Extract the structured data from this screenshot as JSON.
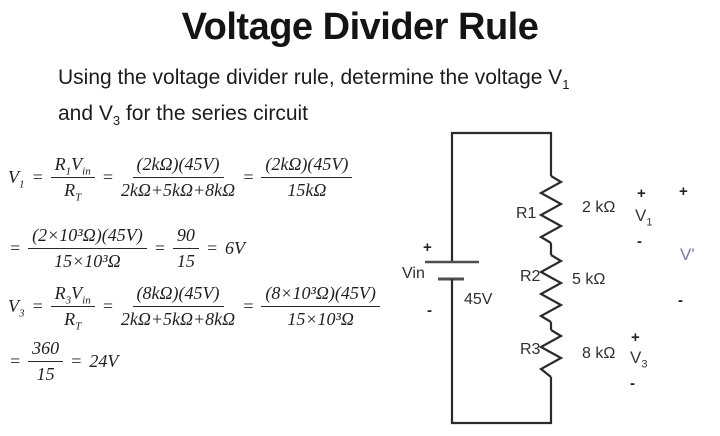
{
  "title": "Voltage Divider Rule",
  "subtitle": {
    "line1_pre": "Using the voltage divider rule, determine the voltage ",
    "v1": {
      "base": "V",
      "sub": "1"
    },
    "line2_pre": "and ",
    "v3": {
      "base": "V",
      "sub": "3"
    },
    "line2_post": " for the series circuit"
  },
  "equations": [
    {
      "tokens": [
        {
          "t": "var",
          "base": "V",
          "sub": "1"
        },
        {
          "t": "op",
          "text": "="
        },
        {
          "t": "frac",
          "num": [
            {
              "t": "var",
              "base": "R",
              "sub": "1"
            },
            {
              "t": "var",
              "base": "V",
              "sub": "in"
            }
          ],
          "den": [
            {
              "t": "var",
              "base": "R",
              "sub": "T"
            }
          ]
        },
        {
          "t": "op",
          "text": "="
        },
        {
          "t": "frac",
          "num": [
            {
              "t": "txt",
              "text": "(2kΩ)(45V)"
            }
          ],
          "den": [
            {
              "t": "txt",
              "text": "2kΩ+5kΩ+8kΩ"
            }
          ]
        },
        {
          "t": "op",
          "text": "="
        },
        {
          "t": "frac",
          "num": [
            {
              "t": "txt",
              "text": "(2kΩ)(45V)"
            }
          ],
          "den": [
            {
              "t": "txt",
              "text": "15kΩ"
            }
          ]
        }
      ]
    },
    {
      "tokens": [
        {
          "t": "op",
          "text": "="
        },
        {
          "t": "frac",
          "num": [
            {
              "t": "txt",
              "text": "(2×10³Ω)(45V)"
            }
          ],
          "den": [
            {
              "t": "txt",
              "text": "15×10³Ω"
            }
          ]
        },
        {
          "t": "op",
          "text": "="
        },
        {
          "t": "frac",
          "num": [
            {
              "t": "txt",
              "text": "90"
            }
          ],
          "den": [
            {
              "t": "txt",
              "text": "15"
            }
          ]
        },
        {
          "t": "op",
          "text": "="
        },
        {
          "t": "txt",
          "text": "6V"
        }
      ]
    },
    {
      "tokens": [
        {
          "t": "var",
          "base": "V",
          "sub": "3"
        },
        {
          "t": "op",
          "text": "="
        },
        {
          "t": "frac",
          "num": [
            {
              "t": "var",
              "base": "R",
              "sub": "3"
            },
            {
              "t": "var",
              "base": "V",
              "sub": "in"
            }
          ],
          "den": [
            {
              "t": "var",
              "base": "R",
              "sub": "T"
            }
          ]
        },
        {
          "t": "op",
          "text": "="
        },
        {
          "t": "frac",
          "num": [
            {
              "t": "txt",
              "text": "(8kΩ)(45V)"
            }
          ],
          "den": [
            {
              "t": "txt",
              "text": "2kΩ+5kΩ+8kΩ"
            }
          ]
        },
        {
          "t": "op",
          "text": "="
        },
        {
          "t": "frac",
          "num": [
            {
              "t": "txt",
              "text": "(8×10³Ω)(45V)"
            }
          ],
          "den": [
            {
              "t": "txt",
              "text": "15×10³Ω"
            }
          ]
        }
      ]
    },
    {
      "tokens": [
        {
          "t": "op",
          "text": "="
        },
        {
          "t": "frac",
          "num": [
            {
              "t": "txt",
              "text": "360"
            }
          ],
          "den": [
            {
              "t": "txt",
              "text": "15"
            }
          ]
        },
        {
          "t": "op",
          "text": "="
        },
        {
          "t": "txt",
          "text": "24V"
        }
      ]
    }
  ],
  "circuit": {
    "source": {
      "label": "Vin",
      "plus": "+",
      "minus": "-",
      "value": "45V"
    },
    "resistors": [
      {
        "name": "R1",
        "value": "2 kΩ"
      },
      {
        "name": "R2",
        "value": "5 kΩ"
      },
      {
        "name": "R3",
        "value": "8 kΩ"
      }
    ],
    "voltages": [
      {
        "plus": "+",
        "base": "V",
        "sub": "1",
        "minus": "-"
      },
      {
        "plus": "+",
        "base": "V",
        "sub": "3",
        "minus": "-"
      },
      {
        "plus": "+",
        "base": "V'",
        "sub": "",
        "minus": "-"
      }
    ]
  },
  "colors": {
    "wire": "#2b2b2b",
    "battery_plate": "#4f4f4f",
    "math_text": "#1f1f1f",
    "label_text": "#2e2e2e",
    "v_prime": "#8274ad"
  }
}
